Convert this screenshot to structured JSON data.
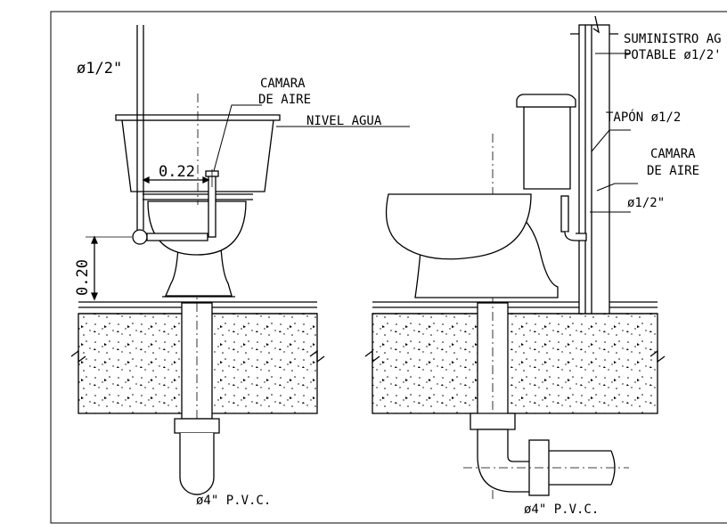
{
  "labels": {
    "pipe_left": "ø1/2\"",
    "camara_left_1": "CAMARA",
    "camara_left_2": "DE AIRE",
    "nivel_agua": "NIVEL AGUA",
    "dim_horizontal": "0.22",
    "dim_vertical": "0.20",
    "pvc_left": "ø4\"  P.V.C.",
    "suministro_1": "SUMINISTRO AG",
    "suministro_2": "POTABLE ø1/2'",
    "tapon": "TAPÓN ø1/2",
    "camara_right_1": "CAMARA",
    "camara_right_2": "DE AIRE",
    "pipe_right": "ø1/2\"",
    "pvc_right": "ø4\"  P.V.C."
  }
}
